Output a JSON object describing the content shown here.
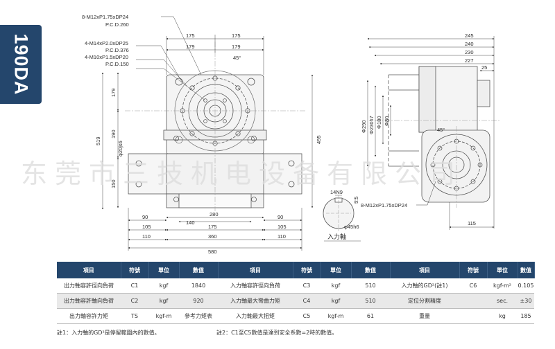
{
  "model_tab": "190DA",
  "watermark": "东莞市三技机电设备有限公司",
  "drawing": {
    "callouts": {
      "bolt_pcd260": "8-M12xP1.75xDP24",
      "pcd260": "P.C.D.260",
      "tap_m14": "4-M14xP2.0xDP25",
      "pcd376": "P.C.D.376",
      "tap_m10": "4-M10xP1.5xDP20",
      "pcd150": "P.C.D.150",
      "angle": "45°",
      "bolt_side": "8-M12xP1.75xDP24",
      "input_shaft": "入力軸",
      "key": "14N9",
      "key_depth": "5.5",
      "shaft_dia": "φ45h6",
      "bore": "φ20js6"
    },
    "dims": {
      "front": [
        "175",
        "175",
        "179",
        "179",
        "179",
        "519",
        "190",
        "150",
        "495",
        "280",
        "90",
        "90",
        "140",
        "105",
        "105",
        "175",
        "110",
        "360",
        "110",
        "580"
      ],
      "side": [
        "245",
        "240",
        "230",
        "227",
        "25",
        "Φ290",
        "Φ230h7",
        "Φ180",
        "Φ80",
        "115"
      ]
    }
  },
  "table": {
    "headers": [
      "項目",
      "符號",
      "單位",
      "數值",
      "項目",
      "符號",
      "單位",
      "數值",
      "項目",
      "符號",
      "單位",
      "數值"
    ],
    "rows": [
      [
        "出力軸容許徑向負荷",
        "C1",
        "kgf",
        "1840",
        "入力軸容許徑向負荷",
        "C3",
        "kgf",
        "510",
        "入力軸的GD²(註1)",
        "C6",
        "kgf-m²",
        "0.105"
      ],
      [
        "出力軸容許軸向負荷",
        "C2",
        "kgf",
        "920",
        "入力軸最大彎曲力矩",
        "C4",
        "kgf",
        "510",
        "定位分割精度",
        "",
        "sec.",
        "±30"
      ],
      [
        "出力軸容許力矩",
        "TS",
        "kgf-m",
        "參考力矩表",
        "入力軸最大扭矩",
        "C5",
        "kgf-m",
        "61",
        "重量",
        "",
        "kg",
        "185"
      ]
    ]
  },
  "notes": {
    "note1": "註1：入力軸的GD²是停留範圍內的數值。",
    "note2": "註2：C1至C5數值是達到安全系數=2時的數值。"
  }
}
